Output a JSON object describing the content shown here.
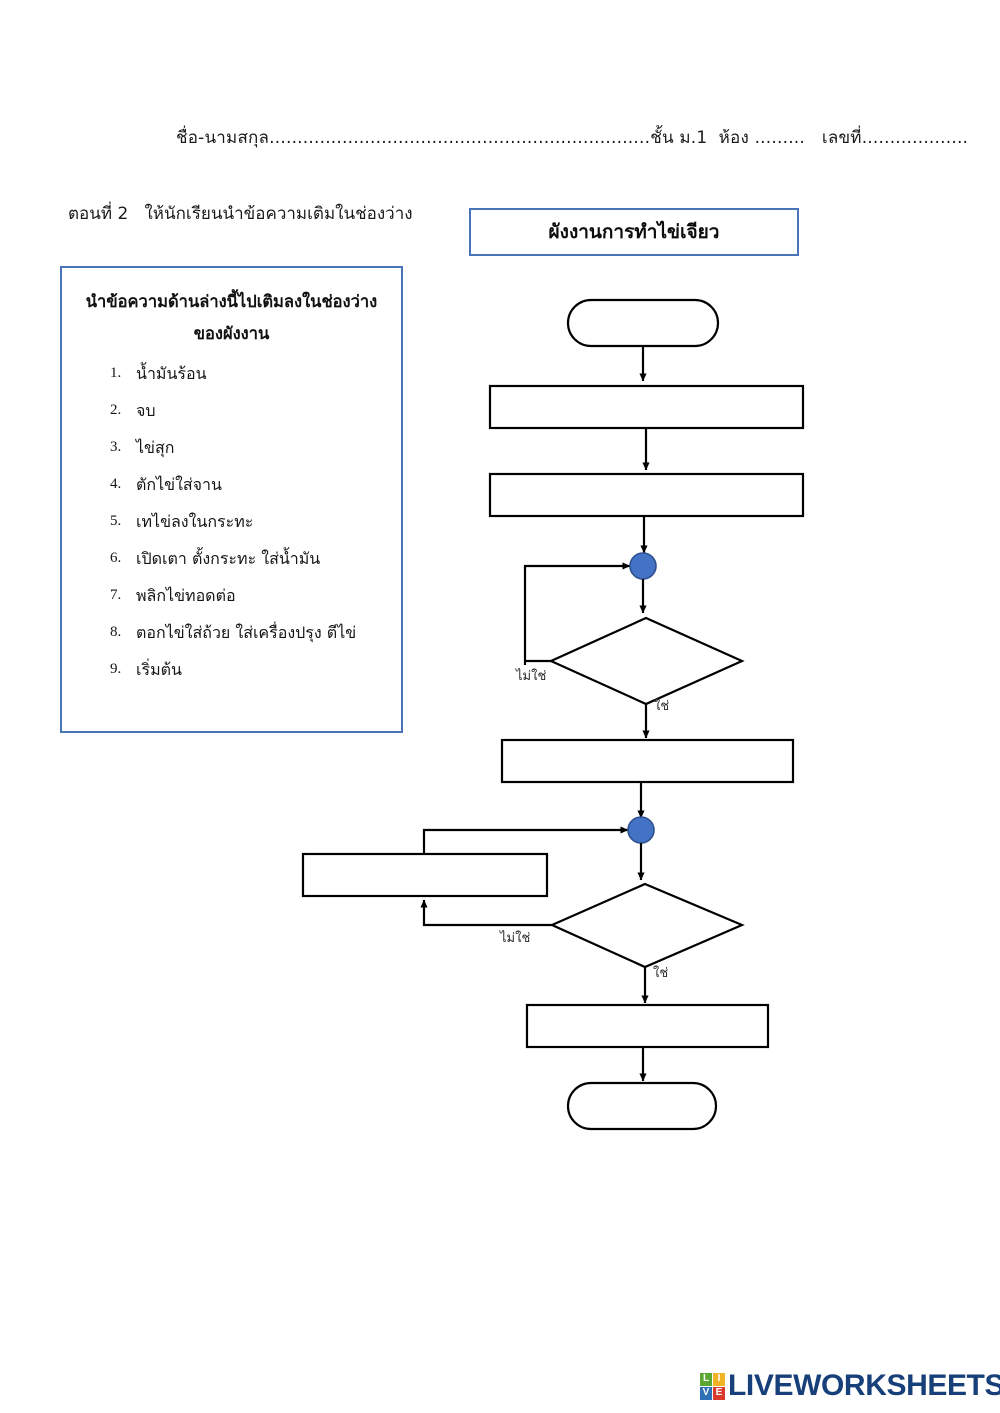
{
  "header": {
    "name_label": "ชื่อ-นามสกุล",
    "name_dots": "....................................................................",
    "class_label": "ชั้น ม.1",
    "room_label": "ห้อง",
    "room_dots": ".........",
    "number_label": "เลขที่",
    "number_dots": "..................."
  },
  "instruction": "ตอนที่ 2   ให้นักเรียนนำข้อความเติมในช่องว่าง",
  "wordbank": {
    "title_line1": "นำข้อความด้านล่างนี้ไปเติมลงในช่องว่าง",
    "title_line2": "ของผังงาน",
    "items": [
      {
        "num": "1.",
        "text": "น้ำมันร้อน"
      },
      {
        "num": "2.",
        "text": "จบ"
      },
      {
        "num": "3.",
        "text": "ไข่สุก"
      },
      {
        "num": "4.",
        "text": "ตักไข่ใส่จาน"
      },
      {
        "num": "5.",
        "text": "เทไข่ลงในกระทะ"
      },
      {
        "num": "6.",
        "text": "เปิดเตา ตั้งกระทะ ใส่น้ำมัน"
      },
      {
        "num": "7.",
        "text": "พลิกไข่ทอดต่อ"
      },
      {
        "num": "8.",
        "text": "ตอกไข่ใส่ถ้วย ใส่เครื่องปรุง ตีไข่"
      },
      {
        "num": "9.",
        "text": "เริ่มต้น"
      }
    ]
  },
  "flowchart": {
    "title": "ผังงานการทำไข่เจียว",
    "border_color": "#4a74b8",
    "connector_color": "#4472c4",
    "connector_border_color": "#2f528f",
    "shape_stroke": "#000000",
    "nodes": [
      {
        "id": "start",
        "type": "terminator",
        "text": ""
      },
      {
        "id": "process1",
        "type": "process",
        "text": ""
      },
      {
        "id": "process2",
        "type": "process",
        "text": ""
      },
      {
        "id": "connector1",
        "type": "connector",
        "text": ""
      },
      {
        "id": "decision1",
        "type": "decision",
        "text": ""
      },
      {
        "id": "process3",
        "type": "process",
        "text": ""
      },
      {
        "id": "connector2",
        "type": "connector",
        "text": ""
      },
      {
        "id": "process4",
        "type": "process",
        "text": ""
      },
      {
        "id": "decision2",
        "type": "decision",
        "text": ""
      },
      {
        "id": "process5",
        "type": "process",
        "text": ""
      },
      {
        "id": "end",
        "type": "terminator",
        "text": ""
      }
    ],
    "edge_labels": {
      "decision1_no": "ไม่ใช่",
      "decision1_yes": "ใช่",
      "decision2_no": "ไม่ใช่",
      "decision2_yes": "ใช่"
    }
  },
  "logo": {
    "tiles": [
      "L",
      "I",
      "V",
      "E"
    ],
    "word": "LIVEWORKSHEETS",
    "colors": {
      "L": "#5aa832",
      "I": "#f0b323",
      "V": "#2f6fb5",
      "E": "#d93a2b",
      "word": "#173f7a"
    }
  }
}
